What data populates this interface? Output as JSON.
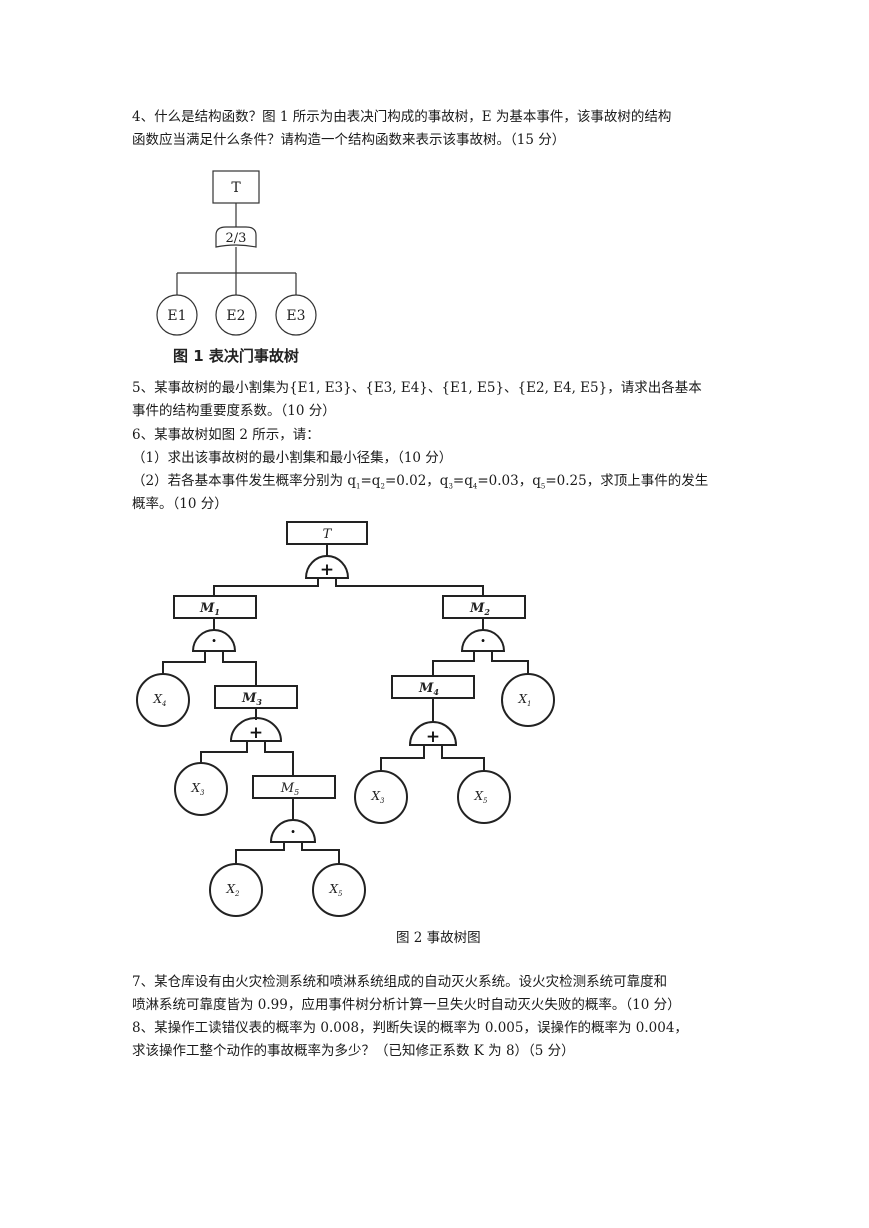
{
  "q4": {
    "line1": "4、什么是结构函数？图 1 所示为由表决门构成的事故树，E 为基本事件，该事故树的结构",
    "line2": "函数应当满足什么条件？请构造一个结构函数来表示该事故树。（15 分）"
  },
  "figure1": {
    "top_event": "T",
    "gate": "2/3",
    "events": [
      "E1",
      "E2",
      "E3"
    ],
    "caption": "图 1 表决门事故树"
  },
  "q5": {
    "line1": "5、某事故树的最小割集为{E1, E3}、{E3, E4}、{E1, E5}、{E2, E4, E5}，请求出各基本",
    "line2": "事件的结构重要度系数。（10 分）"
  },
  "q6": {
    "line1": "6、某事故树如图 2 所示，请：",
    "line2": "（1）求出该事故树的最小割集和最小径集，（10 分）",
    "line3a": "（2）若各基本事件发生概率分别为 q",
    "line3b": "=q",
    "line3c": "=0.02，q",
    "line3d": "=q",
    "line3e": "=0.03，q",
    "line3f": "=0.25，求顶上事件的发生",
    "sub1": "1",
    "sub2": "2",
    "sub3": "3",
    "sub4": "4",
    "sub5": "5",
    "line4": "概率。（10 分）"
  },
  "figure2": {
    "top": "T",
    "or_symbol": "+",
    "and_symbol": "·",
    "M1": "M",
    "M1_sub": "1",
    "M2": "M",
    "M2_sub": "2",
    "M3": "M",
    "M3_sub": "3",
    "M4": "M",
    "M4_sub": "4",
    "M5": "M",
    "M5_sub": "5",
    "X": "X",
    "caption": "图 2  事故树图"
  },
  "q7": {
    "line1": "7、某仓库设有由火灾检测系统和喷淋系统组成的自动灭火系统。设火灾检测系统可靠度和",
    "line2": "喷淋系统可靠度皆为 0.99，应用事件树分析计算一旦失火时自动灭火失败的概率。（10 分）"
  },
  "q8": {
    "line1": "8、某操作工读错仪表的概率为 0.008，判断失误的概率为 0.005，误操作的概率为 0.004，",
    "line2": "求该操作工整个动作的事故概率为多少？（已知修正系数 K 为 8）（5 分）"
  }
}
